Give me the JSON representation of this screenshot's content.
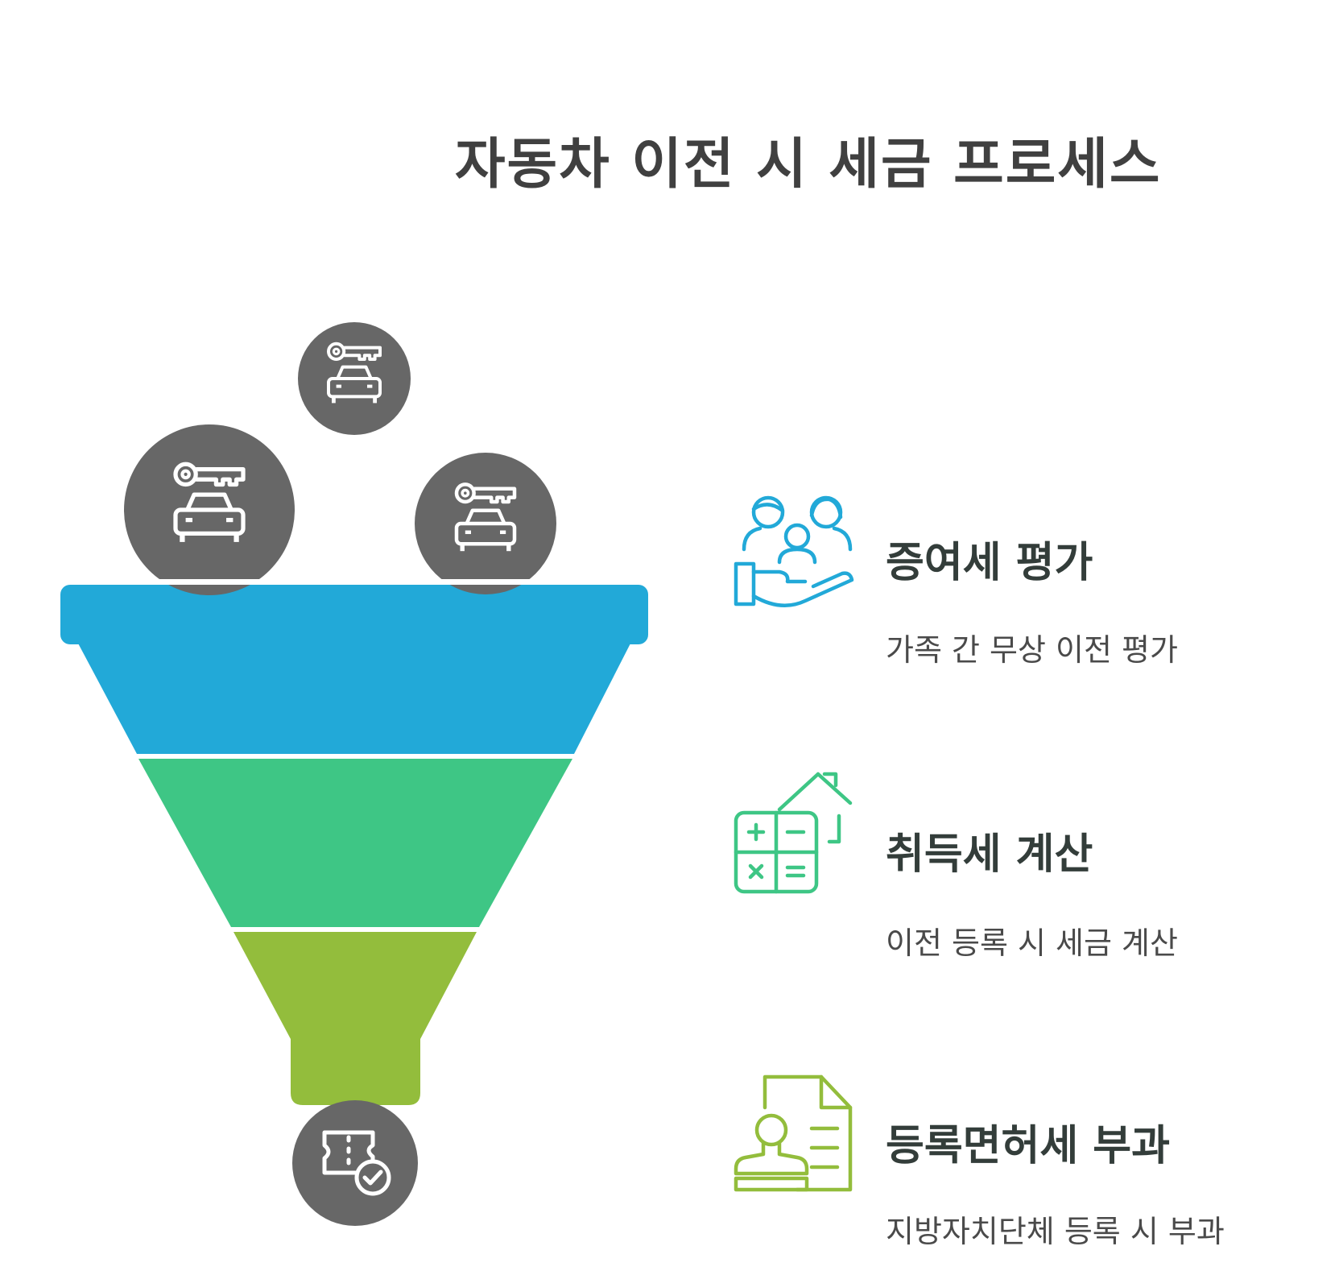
{
  "title": "자동차 이전 시 세금 프로세스",
  "funnel": {
    "colors": [
      "#22a9d8",
      "#3ec685",
      "#93bd3c"
    ],
    "circle_color": "#676767",
    "icon_stroke": "#ffffff",
    "top_icons": [
      "car-key-icon",
      "car-key-icon",
      "car-key-icon"
    ],
    "bottom_icon": "ticket-check-icon"
  },
  "steps": [
    {
      "title": "증여세 평가",
      "desc": "가족 간 무상 이전 평가",
      "icon": "family-hand-icon",
      "color": "#22a9d8"
    },
    {
      "title": "취득세 계산",
      "desc": "이전 등록 시 세금 계산",
      "icon": "calculator-house-icon",
      "color": "#3ec685"
    },
    {
      "title": "등록면허세 부과",
      "desc": "지방자치단체 등록 시 부과",
      "icon": "stamp-document-icon",
      "color": "#93bd3c"
    }
  ]
}
